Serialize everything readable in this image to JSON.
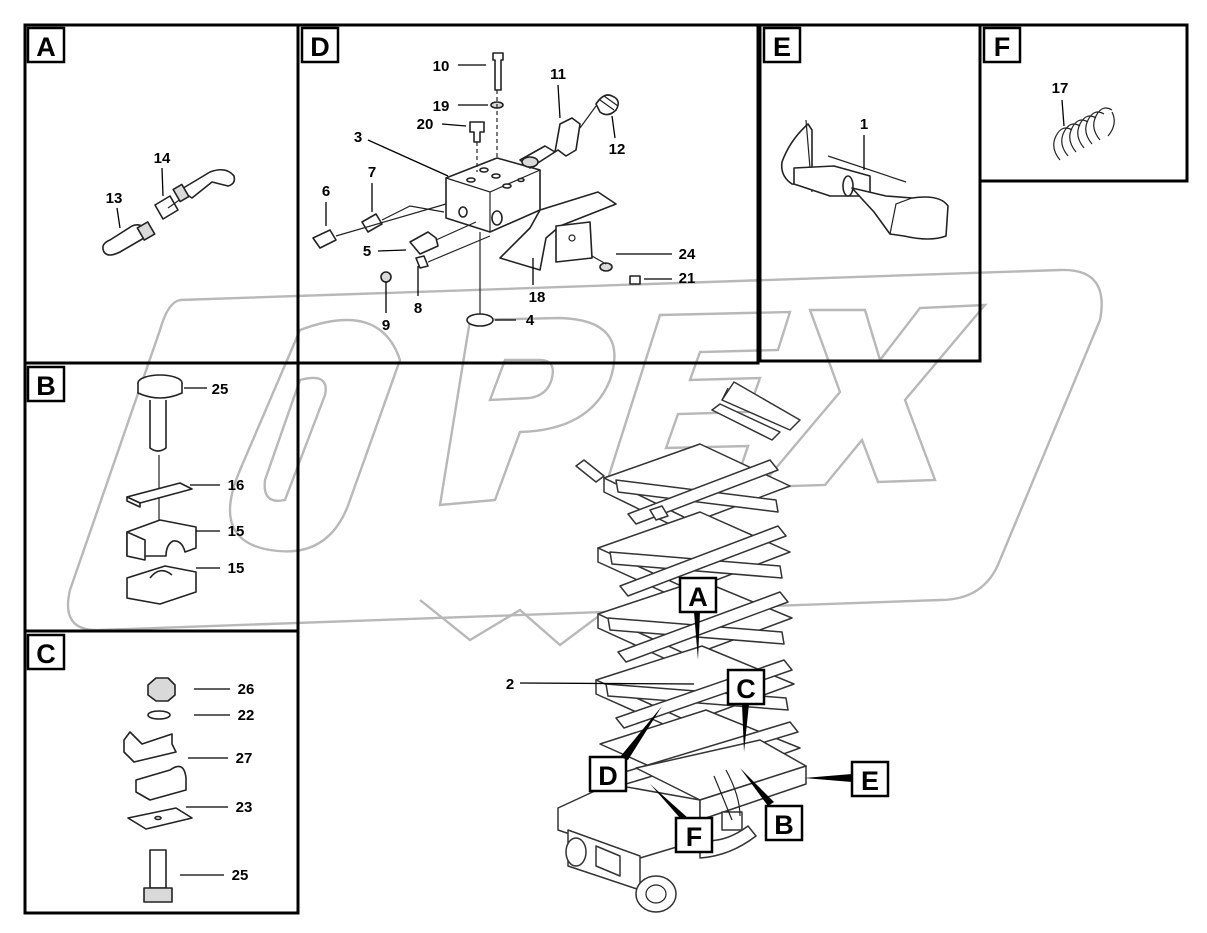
{
  "watermark": "OPEX",
  "panels": {
    "A": {
      "label": "A",
      "callouts": [
        "13",
        "14"
      ]
    },
    "B": {
      "label": "B",
      "callouts": [
        "25",
        "16",
        "15",
        "15"
      ]
    },
    "C": {
      "label": "C",
      "callouts": [
        "26",
        "22",
        "27",
        "23",
        "25"
      ]
    },
    "D": {
      "label": "D",
      "callouts": [
        "10",
        "11",
        "19",
        "20",
        "3",
        "12",
        "7",
        "6",
        "5",
        "24",
        "21",
        "8",
        "18",
        "9",
        "4"
      ]
    },
    "E": {
      "label": "E",
      "callouts": [
        "1"
      ]
    },
    "F": {
      "label": "F",
      "callouts": [
        "17"
      ]
    }
  },
  "main_view": {
    "callouts": [
      "2"
    ],
    "pointer_labels": [
      "A",
      "C",
      "D",
      "F",
      "B",
      "E"
    ]
  }
}
